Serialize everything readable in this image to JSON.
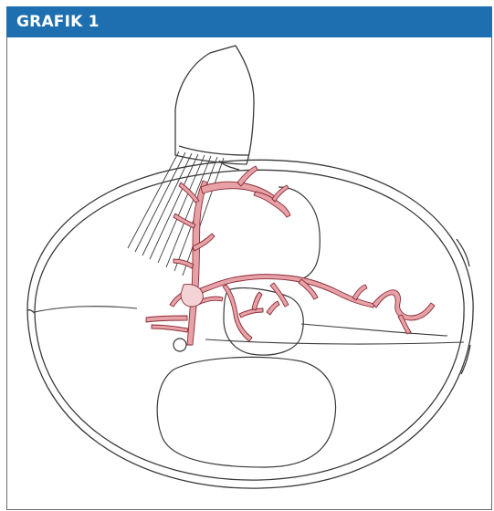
{
  "figure": {
    "title": "GRAFIK 1"
  },
  "colors": {
    "header_background": "#1e6fb0",
    "header_text": "#ffffff",
    "line_art": "#3a3a3a",
    "vessels_fill": "#e7a2a7",
    "vessels_outline": "#8a2a34"
  },
  "illustration": {
    "elements": [
      "skull-outline",
      "ultrasound-probe",
      "ultrasound-beam",
      "brain-ventricles",
      "falx-midline",
      "cerebral-arteries"
    ]
  }
}
